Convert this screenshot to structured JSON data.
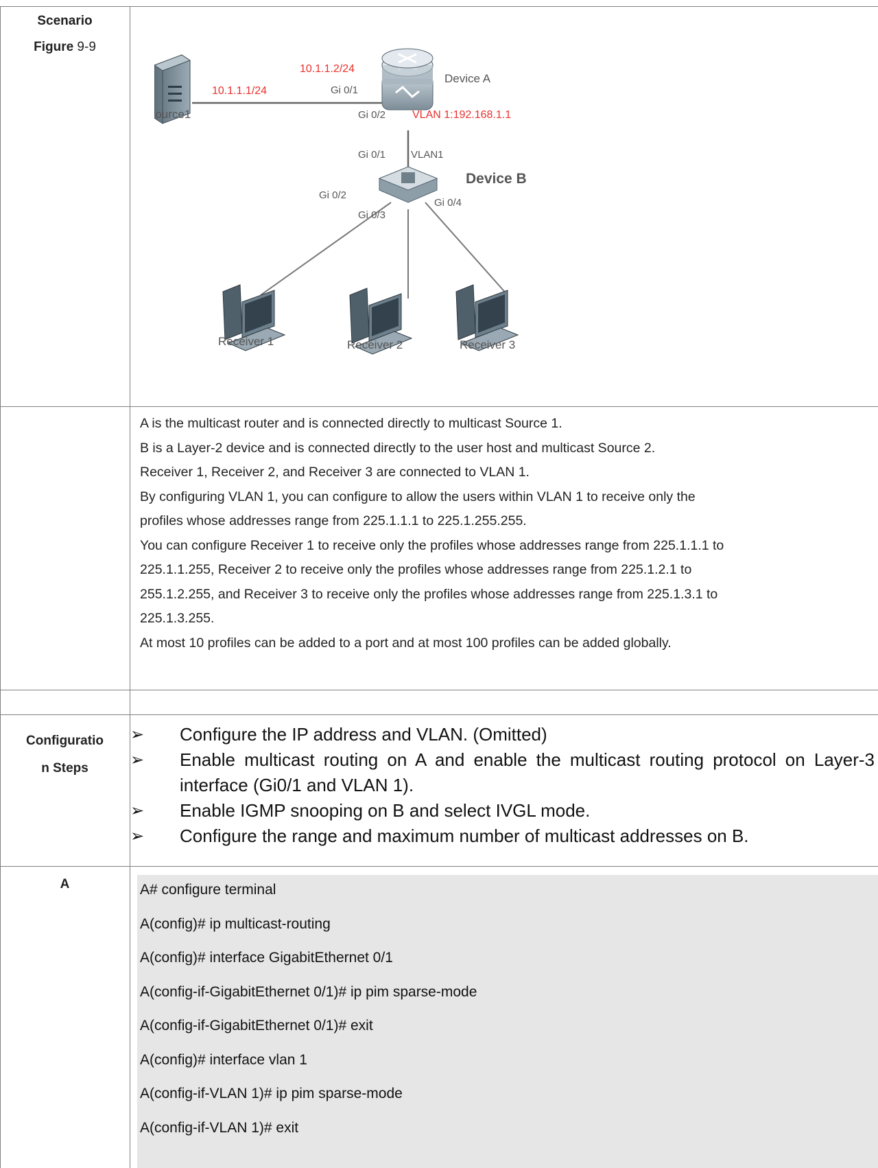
{
  "labels": {
    "scenario": "Scenario",
    "figure_bold": "Figure",
    "figure_num": " 9-9",
    "config_steps_line1": "Configuratio",
    "config_steps_line2": "n Steps",
    "device_a_col": "A"
  },
  "figure": {
    "source1": "Source1",
    "device_a": "Device A",
    "device_b": "Device B",
    "receiver1": "Receiver 1",
    "receiver2": "Receiver 2",
    "receiver3": "Receiver 3",
    "ip_a": "10.1.1.2/24",
    "ip_source": "10.1.1.1/24",
    "a_gi01": "Gi 0/1",
    "a_gi02": "Gi 0/2",
    "a_vlan": "VLAN 1:192.168.1.1",
    "b_gi01": "Gi 0/1",
    "b_vlan": "VLAN1",
    "b_gi02": "Gi 0/2",
    "b_gi03": "Gi 0/3",
    "b_gi04": "Gi 0/4",
    "red_color": "#e8302c"
  },
  "description": [
    "A is the multicast router and is connected directly to multicast Source 1.",
    "B is a Layer-2 device and is connected directly to the user host and multicast Source 2.",
    "Receiver 1, Receiver 2, and Receiver 3 are connected to VLAN 1.",
    "By configuring VLAN 1, you can configure to allow the users within VLAN 1 to receive only the",
    "profiles whose addresses range from 225.1.1.1 to 225.1.255.255.",
    "You can configure Receiver 1 to receive only the profiles whose addresses range from 225.1.1.1 to",
    "225.1.1.255, Receiver 2 to receive only the profiles whose addresses range from 225.1.2.1 to",
    "255.1.2.255, and Receiver 3 to receive only the profiles whose addresses range from 225.1.3.1 to",
    "225.1.3.255.",
    "At most 10 profiles can be added to a port and at most 100 profiles can be added globally."
  ],
  "steps": {
    "bullet": "➢",
    "items": [
      "Configure the IP address and VLAN. (Omitted)",
      "Enable multicast routing on A and enable the multicast routing protocol on Layer-3 interface (Gi0/1 and VLAN 1).",
      "Enable IGMP snooping on B and select IVGL mode.",
      "Configure the range and maximum number of multicast addresses on B."
    ]
  },
  "code_lines": [
    "A# configure terminal",
    "A(config)# ip multicast-routing",
    "A(config)# interface GigabitEthernet 0/1",
    "A(config-if-GigabitEthernet 0/1)# ip pim sparse-mode",
    "A(config-if-GigabitEthernet 0/1)# exit",
    "A(config)# interface vlan 1",
    "A(config-if-VLAN 1)# ip pim sparse-mode",
    "A(config-if-VLAN 1)# exit"
  ]
}
